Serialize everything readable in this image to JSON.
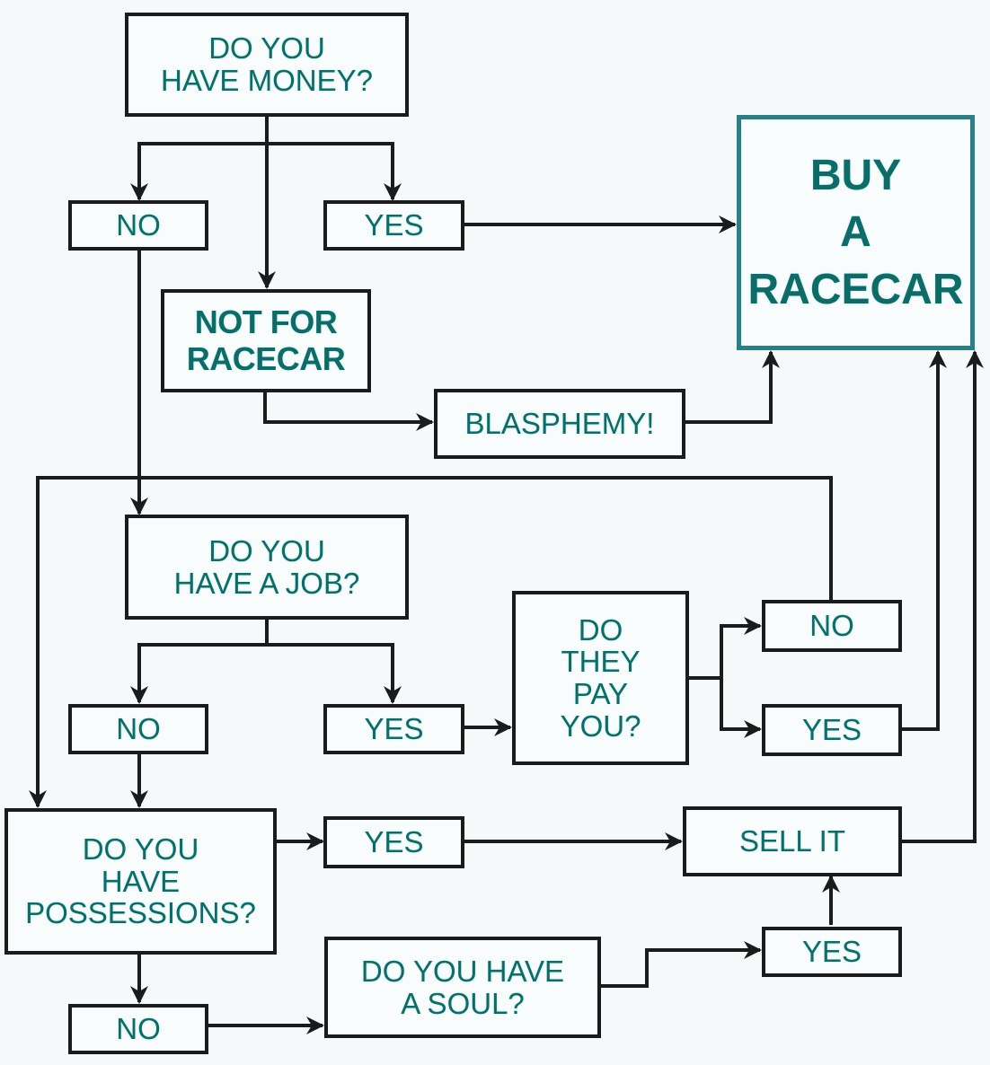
{
  "nodes": {
    "have_money": "DO YOU\nHAVE MONEY?",
    "money_no": "NO",
    "money_yes": "YES",
    "buy_racecar": "BUY\nA\nRACECAR",
    "not_for_racecar": "NOT FOR\nRACECAR",
    "blasphemy": "BLASPHEMY!",
    "have_job": "DO YOU\nHAVE A JOB?",
    "job_no": "NO",
    "job_yes": "YES",
    "do_they_pay": "DO\nTHEY\nPAY\nYOU?",
    "pay_no": "NO",
    "pay_yes": "YES",
    "have_possessions": "DO YOU\nHAVE\nPOSSESSIONS?",
    "possessions_yes": "YES",
    "sell_it": "SELL IT",
    "have_soul": "DO YOU HAVE\nA SOUL?",
    "soul_yes": "YES",
    "possessions_no": "NO"
  },
  "colors": {
    "text": "#0d6b68",
    "border": "#1b1b1b",
    "highlight_border": "#2a7f86",
    "background": "#f5f9f9"
  }
}
